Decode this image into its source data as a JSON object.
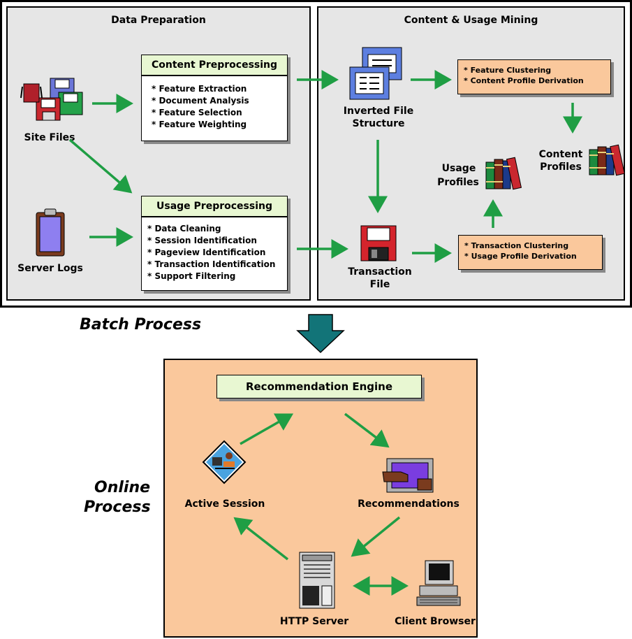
{
  "batch_label": "Batch Process",
  "online_label_line1": "Online",
  "online_label_line2": "Process",
  "data_prep": {
    "title": "Data Preparation",
    "content_preprocessing": {
      "header": "Content Preprocessing",
      "items": [
        "* Feature Extraction",
        "* Document Analysis",
        "* Feature Selection",
        "* Feature Weighting"
      ]
    },
    "usage_preprocessing": {
      "header": "Usage Preprocessing",
      "items": [
        "* Data Cleaning",
        "* Session Identification",
        "* Pageview Identification",
        "* Transaction Identification",
        "* Support Filtering"
      ]
    },
    "site_files": "Site Files",
    "server_logs": "Server Logs"
  },
  "mining": {
    "title": "Content & Usage Mining",
    "inverted_file_line1": "Inverted File",
    "inverted_file_line2": "Structure",
    "content_clustering": [
      "* Feature Clustering",
      "* Content Profile Derivation"
    ],
    "content_profiles_line1": "Content",
    "content_profiles_line2": "Profiles",
    "usage_profiles_line1": "Usage",
    "usage_profiles_line2": "Profiles",
    "transaction_file_line1": "Transaction",
    "transaction_file_line2": "File",
    "usage_clustering": [
      "* Transaction Clustering",
      "* Usage Profile Derivation"
    ]
  },
  "online": {
    "engine": "Recommendation Engine",
    "active_session": "Active Session",
    "recommendations": "Recommendations",
    "http_server": "HTTP Server",
    "client_browser": "Client Browser"
  },
  "colors": {
    "arrow": "#1f9e44",
    "big_arrow": "#127478",
    "panel_bg": "#e6e6e6",
    "orange_bg": "#fac89c",
    "header_bg": "#e8f7d2"
  }
}
